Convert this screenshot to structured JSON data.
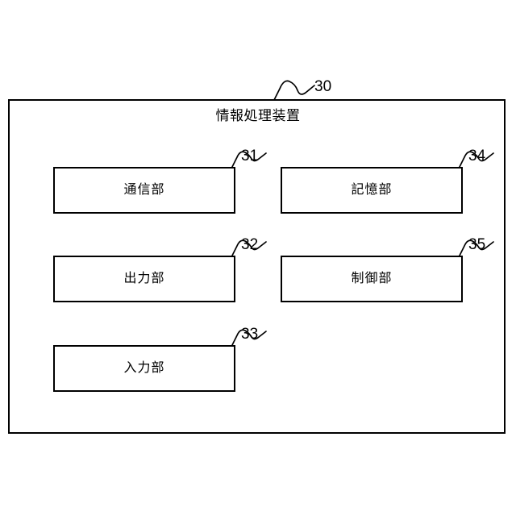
{
  "figure": {
    "background_color": "#ffffff",
    "line_color": "#000000",
    "device": {
      "title": "情報処理装置",
      "reference_number": "30"
    },
    "components": [
      {
        "label": "通信部",
        "reference_number": "31",
        "column": "left",
        "row": 1
      },
      {
        "label": "出力部",
        "reference_number": "32",
        "column": "left",
        "row": 2
      },
      {
        "label": "入力部",
        "reference_number": "33",
        "column": "left",
        "row": 3
      },
      {
        "label": "記憶部",
        "reference_number": "34",
        "column": "right",
        "row": 1
      },
      {
        "label": "制御部",
        "reference_number": "35",
        "column": "right",
        "row": 2
      }
    ]
  }
}
